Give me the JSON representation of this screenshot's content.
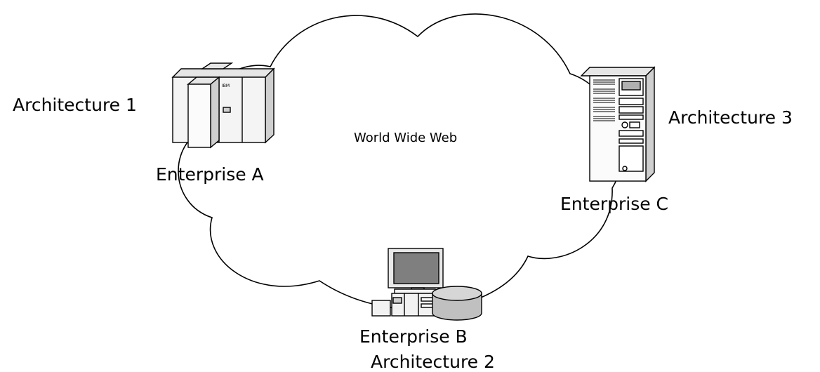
{
  "diagram": {
    "cloud_label": "World Wide Web",
    "nodes": [
      {
        "enterprise": "Enterprise A",
        "architecture": "Architecture 1",
        "device": "mainframe"
      },
      {
        "enterprise": "Enterprise B",
        "architecture": "Architecture 2",
        "device": "workstation-with-disk"
      },
      {
        "enterprise": "Enterprise C",
        "architecture": "Architecture 3",
        "device": "tower-server"
      }
    ]
  },
  "colors": {
    "stroke": "#000000",
    "background": "#ffffff",
    "device_fill": "#f2f2f2",
    "screen_gray": "#7f7f7f",
    "disk_gray": "#c0c0c0"
  }
}
